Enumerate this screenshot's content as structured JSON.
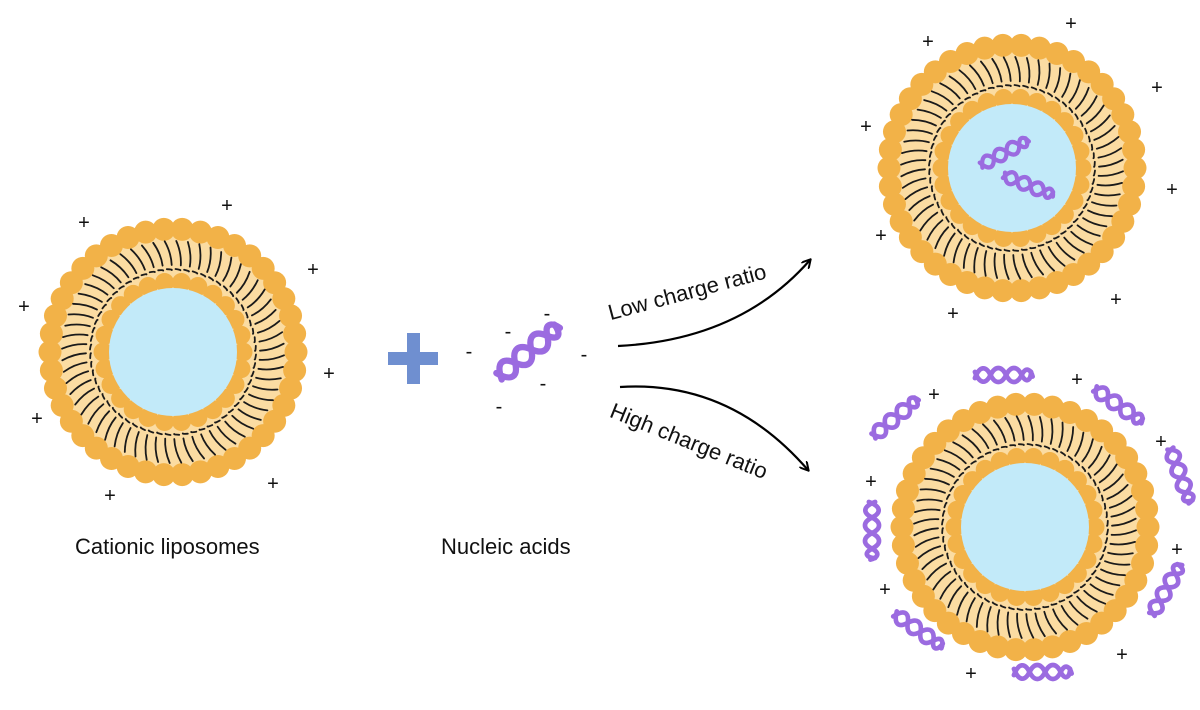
{
  "labels": {
    "liposome": "Cationic liposomes",
    "nucleic": "Nucleic acids",
    "low": "Low charge ratio",
    "high": "High charge ratio"
  },
  "symbols": {
    "positive": "+",
    "negative": "-",
    "combine": "+"
  },
  "colors": {
    "head": "#F2B248",
    "head_edge": "#E9A531",
    "tail_region": "#FBDCA2",
    "core": "#C2EAF9",
    "dna": "#9B6BE0",
    "combine_plus": "#6F8FD0",
    "text": "#111111"
  }
}
